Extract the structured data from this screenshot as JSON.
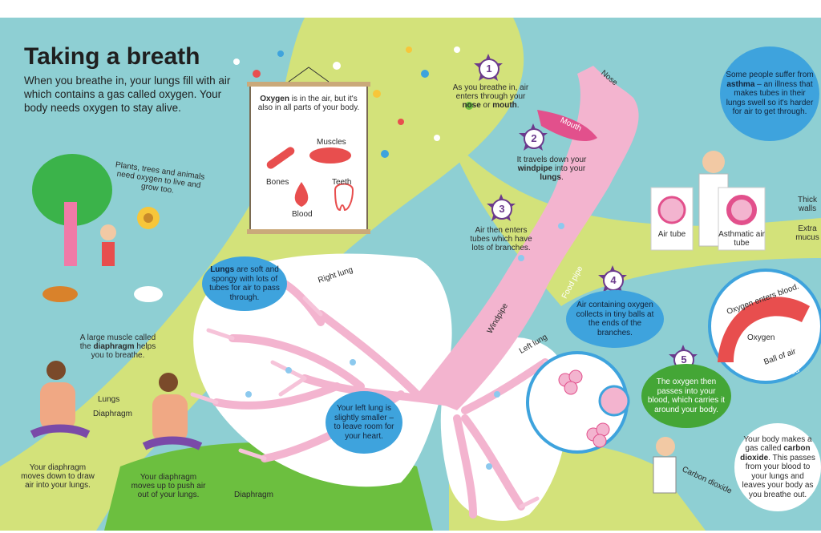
{
  "title": "Taking a breath",
  "intro": "When you breathe in, your lungs fill with air which contains a gas called oxygen. Your body needs oxygen to stay alive.",
  "poster": {
    "text_pre": "Oxygen",
    "text_post": " is in the air, but it's also in all parts of your body.",
    "muscles": "Muscles",
    "bones": "Bones",
    "teeth": "Teeth",
    "blood": "Blood"
  },
  "plants_note": "Plants, trees and animals need oxygen to live and grow too.",
  "diaphragm_note_pre": "A large muscle called the ",
  "diaphragm_note_bold": "diaphragm",
  "diaphragm_note_post": " helps you to breathe.",
  "label_lungs": "Lungs",
  "label_diaphragm": "Diaphragm",
  "down_note": "Your diaphragm moves down to draw air into your lungs.",
  "up_note": "Your diaphragm moves up to push air out of your lungs.",
  "diaphragm_floor": "Diaphragm",
  "right_lung": "Right lung",
  "left_lung": "Left lung",
  "windpipe": "Windpipe",
  "food_pipe": "Food pipe",
  "nose": "Nose",
  "mouth": "Mouth",
  "lungs_bubble": {
    "bold": "Lungs",
    "rest": " are soft and spongy with lots of tubes for air to pass through."
  },
  "left_lung_bubble": "Your left lung is slightly smaller – to leave room for your heart.",
  "steps": [
    {
      "n": "1",
      "pre": "As you breathe in, air enters through your ",
      "b1": "nose",
      "mid": " or ",
      "b2": "mouth",
      "post": "."
    },
    {
      "n": "2",
      "pre": "It travels down your ",
      "b1": "windpipe",
      "mid": " into your ",
      "b2": "lungs",
      "post": "."
    },
    {
      "n": "3",
      "text": "Air then enters tubes which have lots of branches."
    },
    {
      "n": "4",
      "text": "Air containing oxygen collects in tiny balls at the ends of the branches."
    },
    {
      "n": "5",
      "text": "The oxygen then passes into your blood, which carries it around your body."
    }
  ],
  "asthma_bubble": {
    "pre": "Some people suffer from ",
    "bold": "asthma",
    "post": " – an illness that makes tubes in their lungs swell so it's harder for air to get through."
  },
  "air_tube": "Air tube",
  "asthmatic_tube": "Asthmatic air tube",
  "thick_walls": "Thick walls",
  "extra_mucus": "Extra mucus",
  "oxygen_enters": "Oxygen enters blood.",
  "oxygen": "Oxygen",
  "ball_of_air": "Ball of air",
  "blood": "Blood",
  "co2_bubble": {
    "pre": "Your body makes a gas called ",
    "bold": "carbon dioxide",
    "post": ". This passes from your blood to your lungs and leaves your body as you breathe out."
  },
  "carbon_dioxide": "Carbon dioxide",
  "colors": {
    "background": "#8ecfd3",
    "lime": "#d3e27a",
    "lung_pink": "#f3b4cf",
    "bubble_blue": "#3ea3dd",
    "bubble_green": "#44a636",
    "step_purple": "#6b3a8c"
  }
}
